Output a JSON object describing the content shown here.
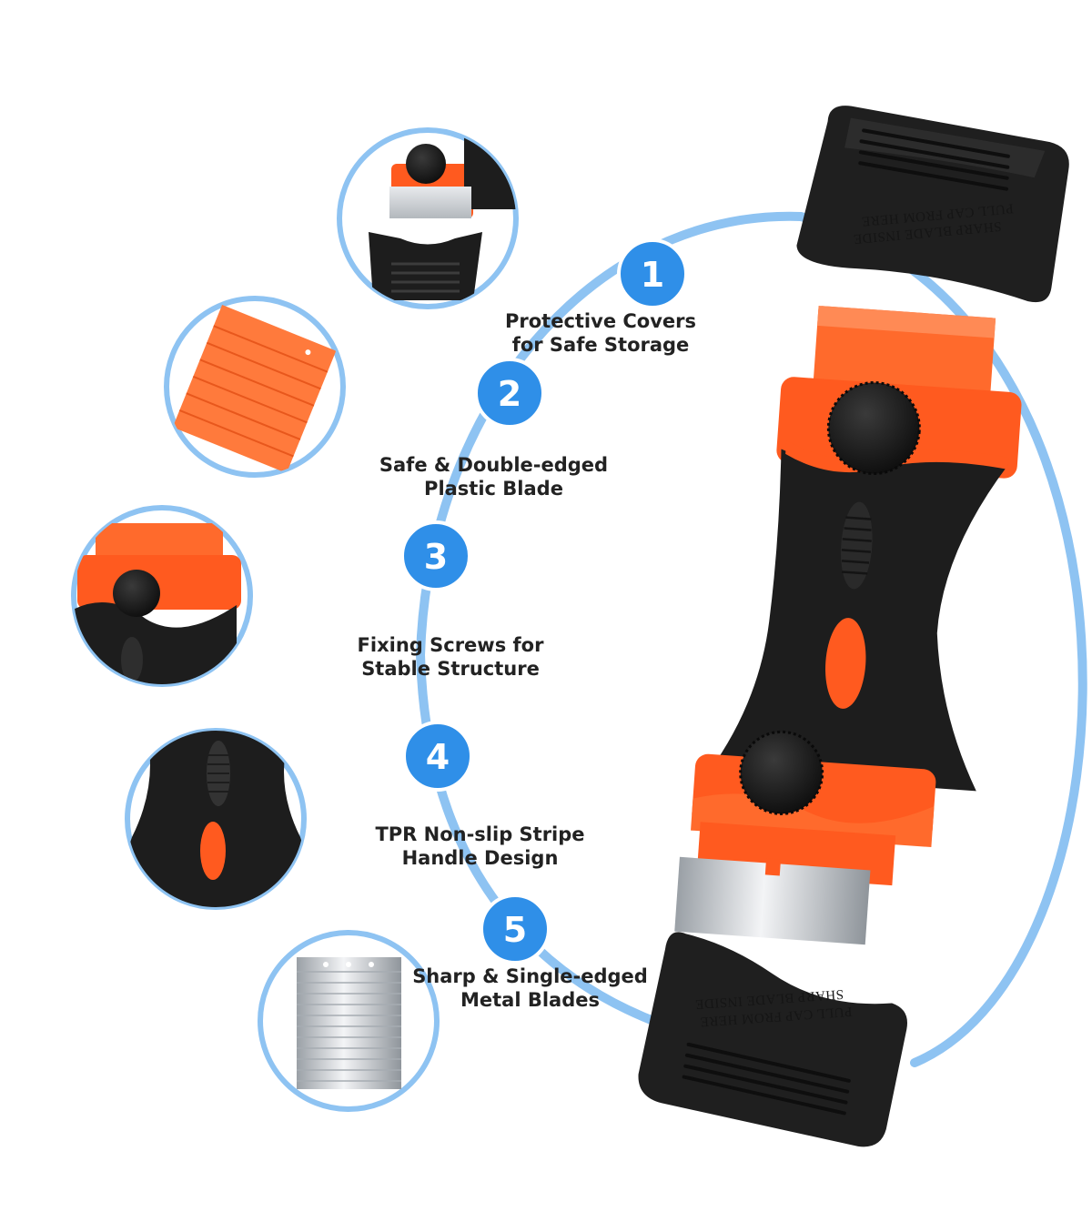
{
  "steps": [
    {
      "number": "1",
      "line1": "Protective Covers",
      "line2": "for Safe Storage"
    },
    {
      "number": "2",
      "line1": "Safe & Double-edged",
      "line2": "Plastic Blade"
    },
    {
      "number": "3",
      "line1": "Fixing Screws for",
      "line2": "Stable Structure"
    },
    {
      "number": "4",
      "line1": "TPR Non-slip Stripe",
      "line2": "Handle Design"
    },
    {
      "number": "5",
      "line1": "Sharp & Single-edged",
      "line2": "Metal Blades"
    }
  ],
  "cap_top": {
    "line1": "PULL CAP FROM HERE",
    "line2": "SHARP BLADE INSIDE"
  },
  "cap_bottom": {
    "line1": "PULL CAP FROM HERE",
    "line2": "SHARP BLADE INSIDE"
  },
  "colors": {
    "accent_blue": "#2f8fe8",
    "ring_blue": "#8ec3f2",
    "orange": "#ff5a1f",
    "black": "#1d1d1d",
    "steel": "#c9cdd2"
  },
  "icons": [
    "blade-cap-detail-icon",
    "plastic-blade-icon",
    "fixing-screw-detail-icon",
    "handle-stripe-detail-icon",
    "metal-blades-icon"
  ]
}
